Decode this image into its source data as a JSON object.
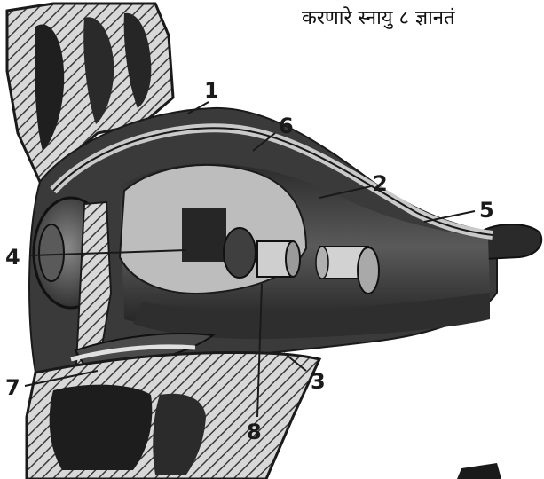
{
  "caption": "करणारे स्नायु ८ ज्ञानतं",
  "labels": [
    {
      "id": "label-1",
      "text": "1"
    },
    {
      "id": "label-2",
      "text": "2"
    },
    {
      "id": "label-3",
      "text": "3"
    },
    {
      "id": "label-4",
      "text": "4"
    },
    {
      "id": "label-5",
      "text": "5"
    },
    {
      "id": "label-6",
      "text": "6"
    },
    {
      "id": "label-7",
      "text": "7"
    },
    {
      "id": "label-8",
      "text": "8"
    }
  ],
  "colors": {
    "ink": "#1a1a1a",
    "paper": "#ffffff",
    "mid": "#6e6e6e",
    "light": "#b9b9b9"
  }
}
